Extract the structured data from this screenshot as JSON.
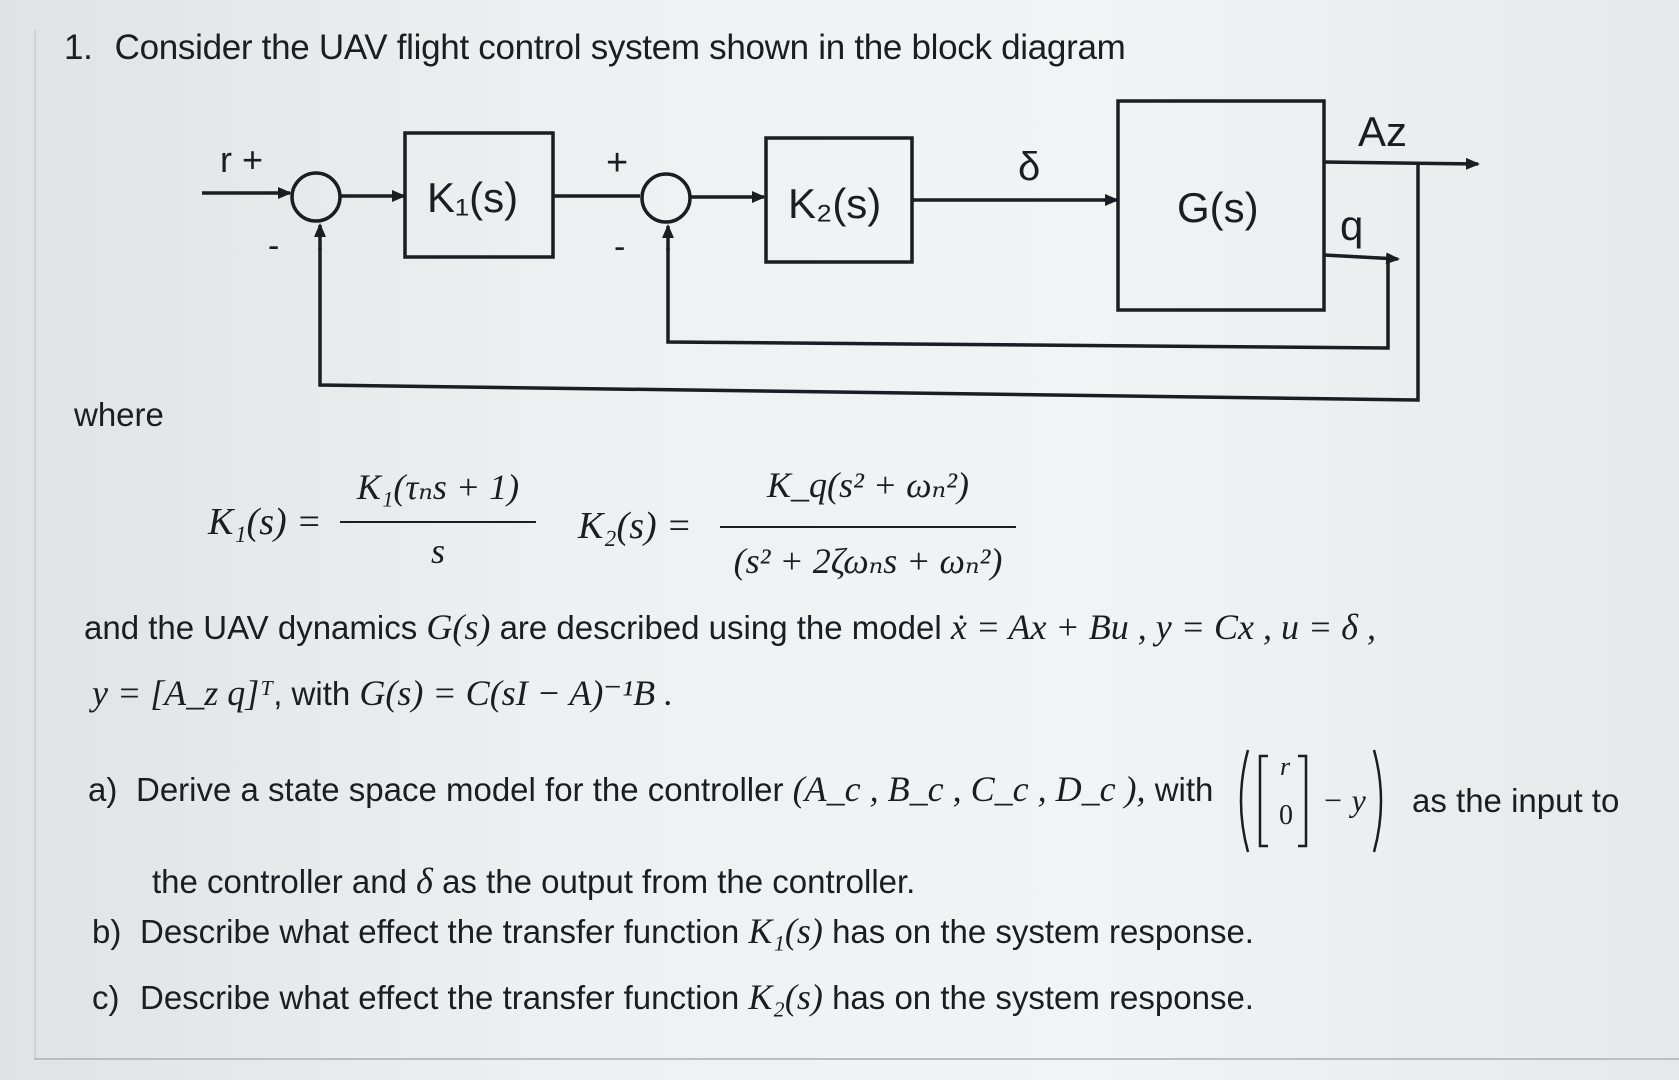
{
  "question": {
    "number": "1.",
    "title": "Consider the UAV flight control system shown in the block diagram"
  },
  "diagram": {
    "r_label": "r +",
    "minus1": "-",
    "plus2": "+",
    "minus2": "-",
    "k1_block": "K₁(s)",
    "k2_block": "K₂(s)",
    "delta_label": "δ",
    "g_block": "G(s)",
    "az_label": "Az",
    "q_label": "q"
  },
  "where_label": "where",
  "equations": {
    "k1_lhs": "K₁(s) =",
    "k1_num": "K₁(τₙs + 1)",
    "k1_den": "s",
    "k2_lhs": "K₂(s) =",
    "k2_num": "K_q(s² + ωₙ²)",
    "k2_den": "(s² + 2ζωₙs + ωₙ²)"
  },
  "dynamics": {
    "text1": "and the UAV dynamics",
    "g": "G(s)",
    "text2": "are described using the model",
    "model": "ẋ = Ax + Bu ,  y = Cx ,  u = δ ,",
    "y_def": "y = [A_z  q]ᵀ",
    "text3": ", with",
    "g_def": "G(s) = C(sI − A)⁻¹B ."
  },
  "items": [
    {
      "letter": "a)",
      "text_a": "Derive a state space model for the controller",
      "math_a": "(A_c , B_c , C_c , D_c ),",
      "text_b": "with",
      "vec_top": "r",
      "vec_bot": "0",
      "vec_minus": "− y",
      "text_c": "as the input to",
      "text_d": "the controller and",
      "math_d": "δ",
      "text_e": "as the output from the controller."
    },
    {
      "letter": "b)",
      "text_a": "Describe what effect the transfer function",
      "math_a": "K₁(s)",
      "text_b": "has on the system response."
    },
    {
      "letter": "c)",
      "text_a": "Describe what effect the transfer function",
      "math_a": "K₂(s)",
      "text_b": "has on the system response."
    }
  ]
}
